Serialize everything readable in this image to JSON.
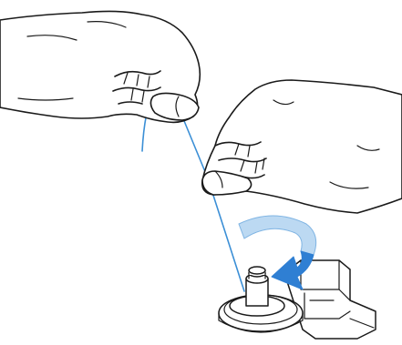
{
  "illustration": {
    "colors": {
      "outline": "#1a1a1a",
      "thread": "#3b8fd6",
      "arrow_fill": "#2f7fd3",
      "arrow_light": "#bcd9f2",
      "background": "#ffffff"
    },
    "elements": {
      "left_hand": "left-hand-holding-thread-end",
      "right_hand": "right-hand-pulling-thread",
      "thread": "blue-thread",
      "bobbin": "bobbin-on-winder-spindle",
      "arrow": "clockwise-rotation-arrow"
    }
  }
}
